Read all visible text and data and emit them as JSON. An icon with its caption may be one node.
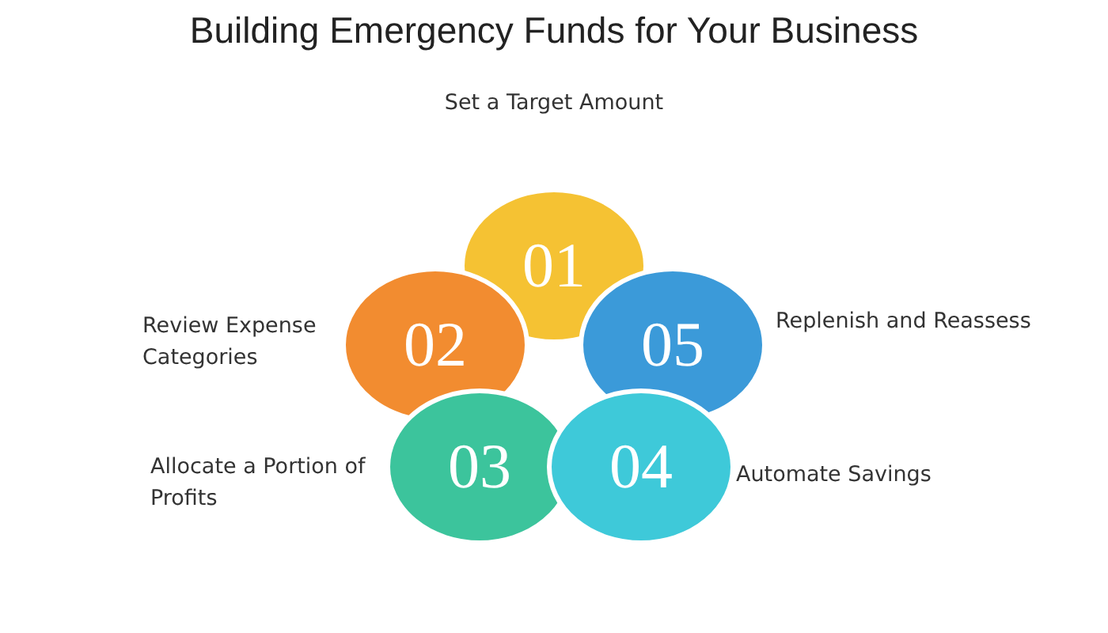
{
  "diagram": {
    "title": "Building Emergency Funds for Your Business",
    "nodes": [
      {
        "text": [
          "01"
        ],
        "beside": [
          "Set a Target Amount"
        ]
      },
      {
        "text": [
          "02"
        ],
        "beside": [
          "Review Expense Categories"
        ]
      },
      {
        "text": [
          "05"
        ],
        "beside": [
          "Replenish and Reassess"
        ]
      },
      {
        "text": [
          "03"
        ],
        "beside": [
          "Allocate a Portion of Profits"
        ]
      },
      {
        "text": [
          "04"
        ],
        "beside": [
          "Automate Savings"
        ]
      }
    ]
  }
}
